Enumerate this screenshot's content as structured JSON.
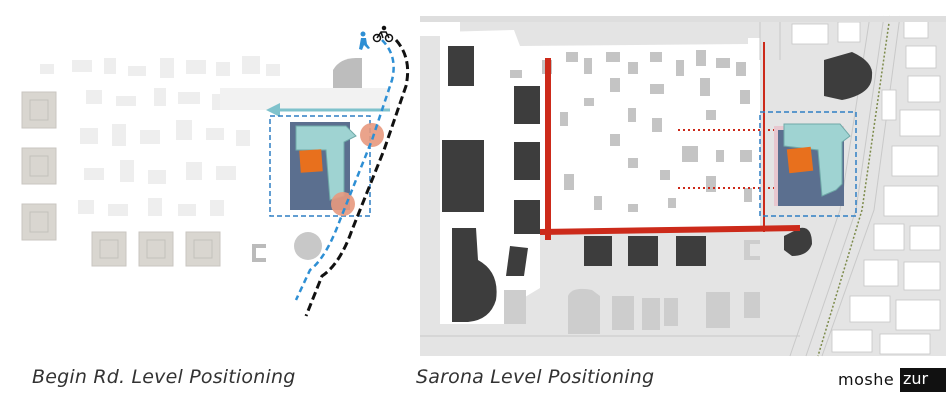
{
  "captions": {
    "left": "Begin Rd. Level Positioning",
    "right": "Sarona Level Positioning"
  },
  "logo": {
    "part1": "moshe",
    "part2": "zur"
  },
  "colors": {
    "building_dark": "#3d3d3d",
    "building_light": "#e2e2e2",
    "building_faint": "#ececec",
    "site_blue": "#5b6f8f",
    "site_cyan": "#9fd3d2",
    "core_orange": "#e8701d",
    "node_salmon": "#e8997e",
    "axis_red": "#cc2a1a",
    "dash_blue": "#2e8fd4",
    "dash_black": "#111111",
    "road_grey": "#d4d4d4"
  },
  "icons": [
    "pedestrian-icon",
    "bicycle-icon",
    "direction-arrow-icon"
  ]
}
